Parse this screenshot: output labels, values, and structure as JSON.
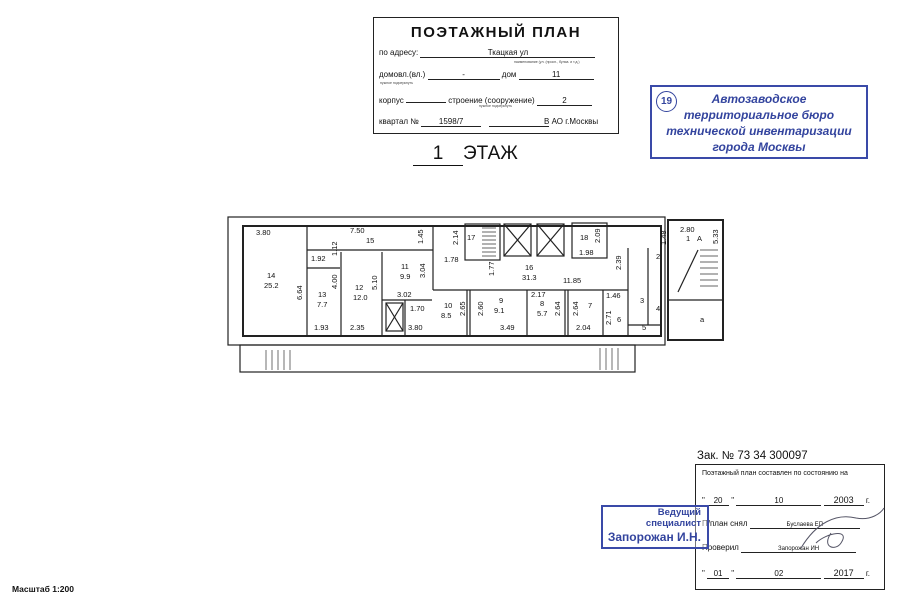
{
  "title_block": {
    "title": "ПОЭТАЖНЫЙ ПЛАН",
    "address_label": "по адресу:",
    "address_value": "Ткацкая ул",
    "address_hint": "наименование (ул. (просп., бульв. и т.д.)",
    "domovl_label": "домовл.(вл.)",
    "domovl_value": "-",
    "domovl_hint": "нужное подчеркнуть",
    "dom_label": "дом",
    "dom_value": "11",
    "korpus_label": "корпус",
    "korpus_value": "",
    "stroenie_label": "строение (сооружение)",
    "stroenie_value": "2",
    "stroenie_hint": "нужное подчеркнуть",
    "kvartal_label": "квартал №",
    "kvartal_value": "1598/7",
    "ao_value": "В",
    "ao_label": "АО г.Москвы"
  },
  "floor": {
    "number": "1",
    "label": "ЭТАЖ"
  },
  "bti_stamp": {
    "number": "19",
    "lines": [
      "Автозаводское",
      "территориальное бюро",
      "технической инвентаризации",
      "города Москвы"
    ],
    "color": "#33449e"
  },
  "plan": {
    "labels": {
      "r14_w": "3.80",
      "r14_n": "14",
      "r14_a": "25.2",
      "r14_h": "6.64",
      "r15_w": "7.50",
      "r15_n": "15",
      "r15_h": "1.45",
      "r13_top": "1.92",
      "r13_x": "1.12",
      "r13_n": "13",
      "r13_a": "7.7",
      "r13_h": "4.00",
      "r13_w": "1.93",
      "r12_n": "12",
      "r12_a": "12.0",
      "r12_h": "5.10",
      "r12_w": "2.35",
      "r11_n": "11",
      "r11_a": "9.9",
      "r11_h": "3.04",
      "r11_w": "3.02",
      "r17_h": "2.14",
      "r17_n": "17",
      "r17_w": "1.78",
      "r18_n": "18",
      "r18_h": "2.09",
      "r18_w": "1.98",
      "r16_n": "16",
      "r16_a": "31.3",
      "r16_h": "1.77",
      "r16_w": "11.85",
      "st_w": "1.70",
      "st_b": "3.80",
      "r10_n": "10",
      "r10_a": "8.5",
      "r10_h": "2.65",
      "r9_h": "2.60",
      "r9_n": "9",
      "r9_a": "9.1",
      "r9_w": "3.49",
      "r8_w": "2.17",
      "r8_n": "8",
      "r8_a": "5.7",
      "r8_h": "2.64",
      "r7_h": "2.64",
      "r7_n": "7",
      "r7_w": "2.04",
      "r6_w": "1.46",
      "r6_h": "2.71",
      "r6_n": "6",
      "r2_h": "2.39",
      "r2_n": "2",
      "r3_n": "3",
      "r4_n": "4",
      "r5_n": "5",
      "rA_h": "1.48",
      "rA_w": "2.80",
      "r1_n": "1",
      "rA_n": "А",
      "rA_len": "5.33",
      "ra_n": "а"
    }
  },
  "order": {
    "label": "Зак. №",
    "value": "73 34 300097"
  },
  "state_box": {
    "heading": "Поэтажный план составлен по состоянию на",
    "day1": "20",
    "month1": "10",
    "year1": "2003",
    "g1": "г.",
    "surveyed_label": "П/план снял",
    "surveyed_by": "Буслаева ЕП",
    "checked_label": "Проверил",
    "checked_by": "Запорожан ИН",
    "day2": "01",
    "month2": "02",
    "year2": "2017",
    "g2": "г."
  },
  "spec_stamp": {
    "line1": "Ведущий",
    "line2": "специалист",
    "name": "Запорожан И.Н."
  },
  "scale": "Масштаб 1:200"
}
